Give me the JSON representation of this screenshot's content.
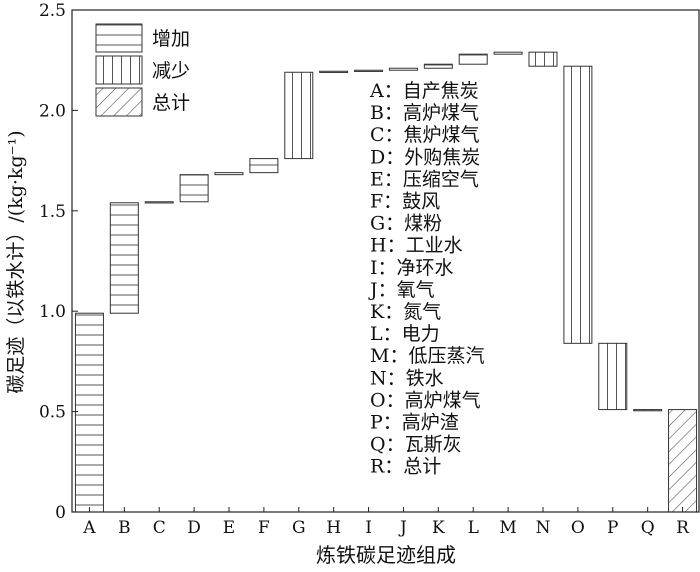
{
  "chart_data": {
    "type": "bar",
    "subtype": "waterfall",
    "categories": [
      "A",
      "B",
      "C",
      "D",
      "E",
      "F",
      "G",
      "H",
      "I",
      "J",
      "K",
      "L",
      "M",
      "N",
      "O",
      "P",
      "Q",
      "R"
    ],
    "bars": [
      {
        "category": "A",
        "kind": "增加",
        "start": 0.0,
        "end": 0.99
      },
      {
        "category": "B",
        "kind": "增加",
        "start": 0.99,
        "end": 1.54
      },
      {
        "category": "C",
        "kind": "增加",
        "start": 1.54,
        "end": 1.545
      },
      {
        "category": "D",
        "kind": "增加",
        "start": 1.545,
        "end": 1.68
      },
      {
        "category": "E",
        "kind": "增加",
        "start": 1.68,
        "end": 1.69
      },
      {
        "category": "F",
        "kind": "增加",
        "start": 1.69,
        "end": 1.76
      },
      {
        "category": "G",
        "kind": "减少",
        "start": 1.76,
        "end": 2.19
      },
      {
        "category": "H",
        "kind": "增加",
        "start": 2.19,
        "end": 2.195
      },
      {
        "category": "I",
        "kind": "增加",
        "start": 2.195,
        "end": 2.2
      },
      {
        "category": "J",
        "kind": "增加",
        "start": 2.2,
        "end": 2.21
      },
      {
        "category": "K",
        "kind": "增加",
        "start": 2.21,
        "end": 2.23
      },
      {
        "category": "L",
        "kind": "增加",
        "start": 2.23,
        "end": 2.28
      },
      {
        "category": "M",
        "kind": "增加",
        "start": 2.28,
        "end": 2.29
      },
      {
        "category": "N",
        "kind": "减少",
        "start": 2.22,
        "end": 2.29
      },
      {
        "category": "O",
        "kind": "减少",
        "start": 0.84,
        "end": 2.22
      },
      {
        "category": "P",
        "kind": "减少",
        "start": 0.51,
        "end": 0.84
      },
      {
        "category": "Q",
        "kind": "减少",
        "start": 0.505,
        "end": 0.51
      },
      {
        "category": "R",
        "kind": "总计",
        "start": 0.0,
        "end": 0.51
      }
    ],
    "ylim": [
      0,
      2.5
    ],
    "yticks": [
      "0",
      "0.5",
      "1.0",
      "1.5",
      "2.0",
      "2.5"
    ],
    "xlabel": "炼铁碳足迹组成",
    "ylabel": "碳足迹（以铁水计）/(kg·kg⁻¹)",
    "legend": {
      "position": "top-left",
      "items": [
        {
          "label": "增加",
          "pattern": "horizontal"
        },
        {
          "label": "减少",
          "pattern": "vertical"
        },
        {
          "label": "总计",
          "pattern": "diagonal"
        }
      ]
    },
    "annotation_lines": [
      "A：自产焦炭",
      "B：高炉煤气",
      "C：焦炉煤气",
      "D：外购焦炭",
      "E：压缩空气",
      "F：鼓风",
      "G：煤粉",
      "H：工业水",
      "I：净环水",
      "J：氧气",
      "K：氮气",
      "L：电力",
      "M：低压蒸汽",
      "N：铁水",
      "O：高炉煤气",
      "P：高炉渣",
      "Q：瓦斯灰",
      "R：总计"
    ],
    "grid": false,
    "colors": {
      "stroke": "#333333",
      "fill_pattern": "#555555",
      "background": "#ffffff"
    }
  }
}
